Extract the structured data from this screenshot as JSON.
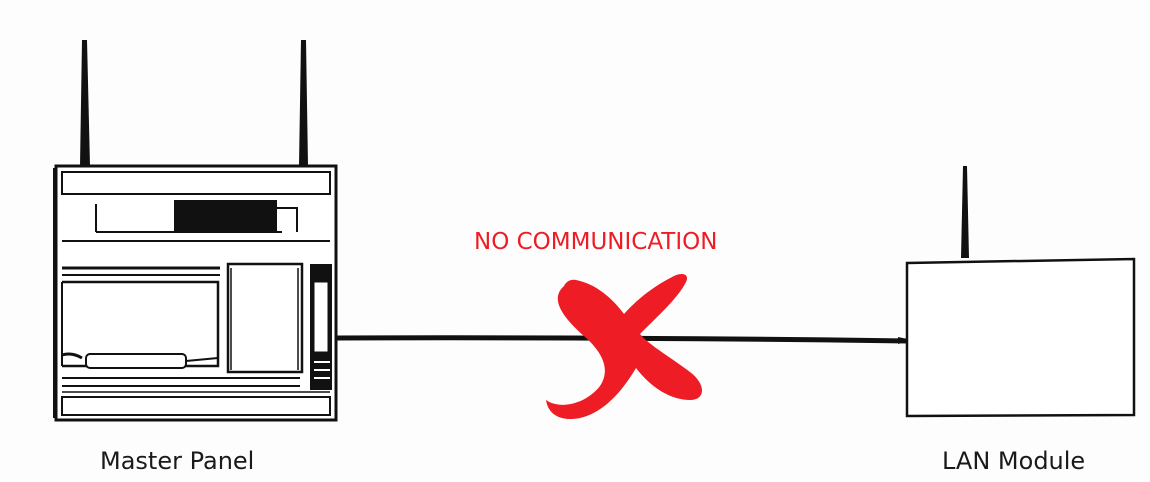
{
  "diagram": {
    "status_text": "NO COMMUNICATION",
    "status_color": "#ee1c24",
    "nodes": [
      {
        "id": "master-panel",
        "label": "Master Panel"
      },
      {
        "id": "lan-module",
        "label": "LAN Module"
      }
    ],
    "connection": {
      "from": "master-panel",
      "to": "lan-module",
      "state": "broken"
    }
  }
}
